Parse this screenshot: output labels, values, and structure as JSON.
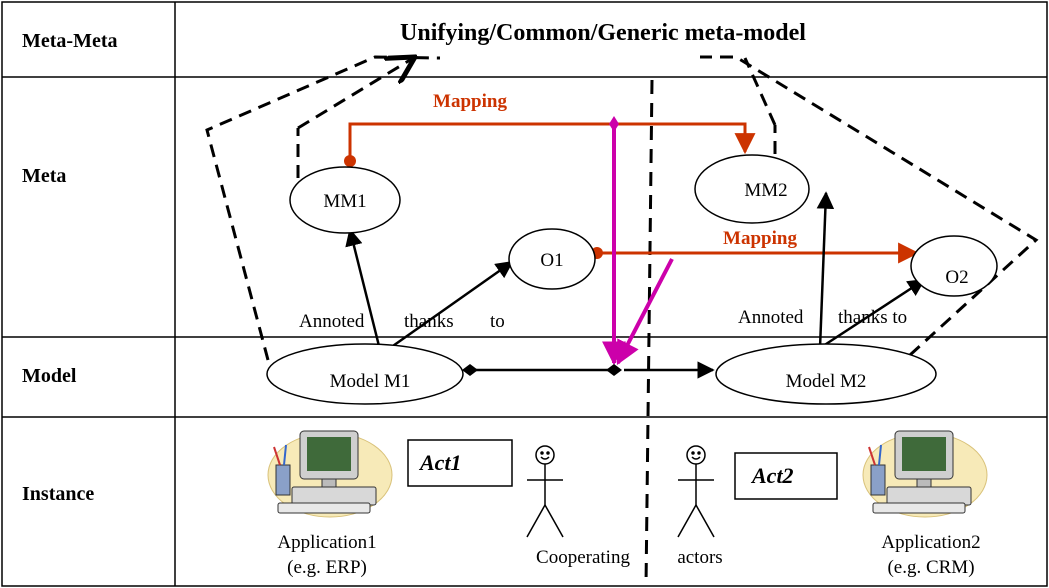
{
  "title": "Unifying/Common/Generic meta-model",
  "rows": {
    "meta_meta": "Meta-Meta",
    "meta": "Meta",
    "model": "Model",
    "instance": "Instance"
  },
  "nodes": {
    "mm1": "MM1",
    "mm2": "MM2",
    "o1": "O1",
    "o2": "O2",
    "model_m1": "Model M1",
    "model_m2": "Model M2"
  },
  "labels": {
    "mapping_top": "Mapping",
    "mapping_mid": "Mapping",
    "annoted_left": [
      "Annoted",
      "thanks",
      "to"
    ],
    "annoted_right": "Annoted",
    "thanks_to_right": "thanks to",
    "act1": "Act1",
    "act2": "Act2",
    "app1_name": "Application1",
    "app1_sub": "(e.g. ERP)",
    "app2_name": "Application2",
    "app2_sub": "(e.g. CRM)",
    "cooperating": "Cooperating",
    "actors": "actors"
  },
  "icons": [
    "computer-icon",
    "person-icon"
  ],
  "colors": {
    "mapping": "#cc3300",
    "coordination": "#cc00aa",
    "line": "#000000",
    "blob": "#f7eab8"
  }
}
